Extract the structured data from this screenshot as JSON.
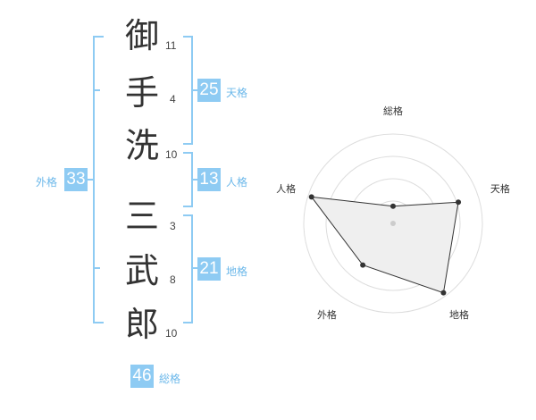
{
  "characters": [
    {
      "char": "御",
      "strokes": "11"
    },
    {
      "char": "手",
      "strokes": "4"
    },
    {
      "char": "洗",
      "strokes": "10"
    },
    {
      "char": "三",
      "strokes": "3"
    },
    {
      "char": "武",
      "strokes": "8"
    },
    {
      "char": "郎",
      "strokes": "10"
    }
  ],
  "fortunes": {
    "tenkaku": {
      "value": "25",
      "label": "天格"
    },
    "jinkaku": {
      "value": "13",
      "label": "人格"
    },
    "chikaku": {
      "value": "21",
      "label": "地格"
    },
    "gaikaku": {
      "value": "33",
      "label": "外格"
    },
    "soukaku": {
      "value": "46",
      "label": "総格"
    }
  },
  "chart_data": {
    "type": "radar",
    "axes": [
      "総格",
      "天格",
      "地格",
      "外格",
      "人格"
    ],
    "values": [
      1,
      4,
      5,
      3,
      5
    ],
    "max": 5,
    "rings": 4,
    "colors": {
      "fill": "#efefef",
      "line": "#333333",
      "ring": "#dddddd",
      "accent": "#8ecbf3"
    }
  }
}
